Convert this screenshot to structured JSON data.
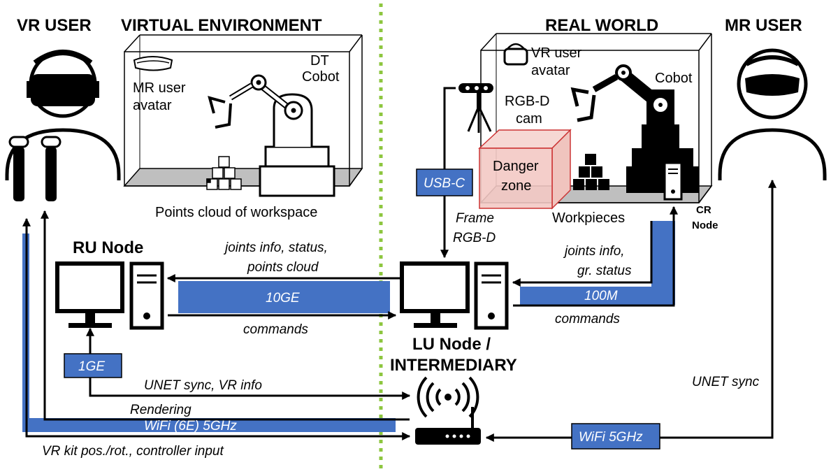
{
  "colors": {
    "link": "#4472C4",
    "divider": "#8DC63F",
    "danger": "#CC3333",
    "danger_fill": "#F3C9C4",
    "floor": "#BFBFBF"
  },
  "headings": {
    "vr_user": "VR USER",
    "virtual_env": "VIRTUAL ENVIRONMENT",
    "real_world": "REAL WORLD",
    "mr_user": "MR USER"
  },
  "virtual_env": {
    "dt_line1": "DT",
    "dt_line2": "Cobot",
    "mr_avatar_line1": "MR user",
    "mr_avatar_line2": "avatar",
    "caption": "Points cloud of workspace"
  },
  "real_world": {
    "vr_avatar_line1": "VR user",
    "vr_avatar_line2": "avatar",
    "cobot": "Cobot",
    "cam_line1": "RGB-D",
    "cam_line2": "cam",
    "danger_line1": "Danger",
    "danger_line2": "zone",
    "workpieces": "Workpieces",
    "cr_line1": "CR",
    "cr_line2": "Node"
  },
  "nodes": {
    "ru": "RU Node",
    "lu_line1": "LU Node /",
    "lu_line2": "INTERMEDIARY"
  },
  "links": {
    "usbc": "USB-C",
    "frame_line1": "Frame",
    "frame_line2": "RGB-D",
    "ru_info_line1": "joints info, status,",
    "ru_info_line2": "points cloud",
    "tenge": "10GE",
    "commands_left": "commands",
    "cr_info_line1": "joints info,",
    "cr_info_line2": "gr. status",
    "hundredm": "100M",
    "commands_right": "commands",
    "onege": "1GE",
    "unet_vr": "UNET sync, VR info",
    "rendering": "Rendering",
    "wifi6e": "WiFi (6E) 5GHz",
    "vrkit": "VR kit pos./rot., controller input",
    "unet_mr": "UNET sync",
    "wifi5": "WiFi 5GHz"
  }
}
